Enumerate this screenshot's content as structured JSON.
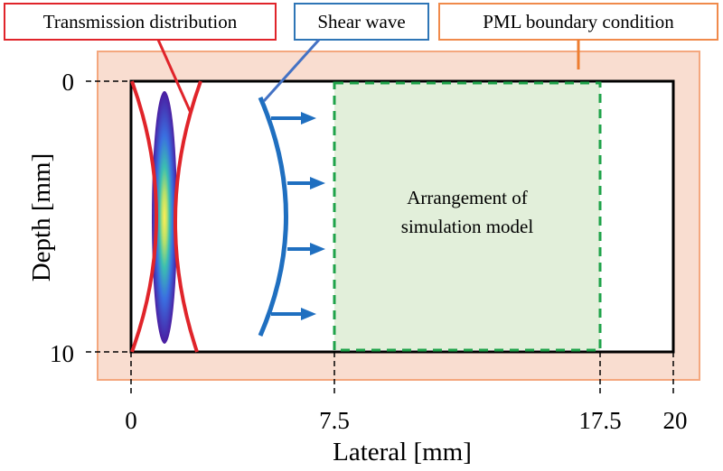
{
  "labels": {
    "transmission": "Transmission distribution",
    "shear_wave": "Shear wave",
    "pml": "PML boundary condition",
    "model_line1": "Arrangement of",
    "model_line2": "simulation model"
  },
  "axes": {
    "x_label": "Lateral [mm]",
    "y_label": "Depth [mm]",
    "x_ticks": [
      "0",
      "7.5",
      "17.5",
      "20"
    ],
    "y_ticks": [
      "0",
      "10"
    ]
  },
  "colors": {
    "pml_fill": "#f9ddd0",
    "pml_stroke": "#f4a77e",
    "transmission_box": "#e0242a",
    "shear_box": "#2e75b6",
    "pml_box": "#f08a4b",
    "shear_wave": "#1f6fc0",
    "model_fill": "#e2efda",
    "model_border": "#1fa34a",
    "leader_red": "#e0242a",
    "leader_blue": "#4472c4",
    "leader_orange": "#ed7d31"
  }
}
